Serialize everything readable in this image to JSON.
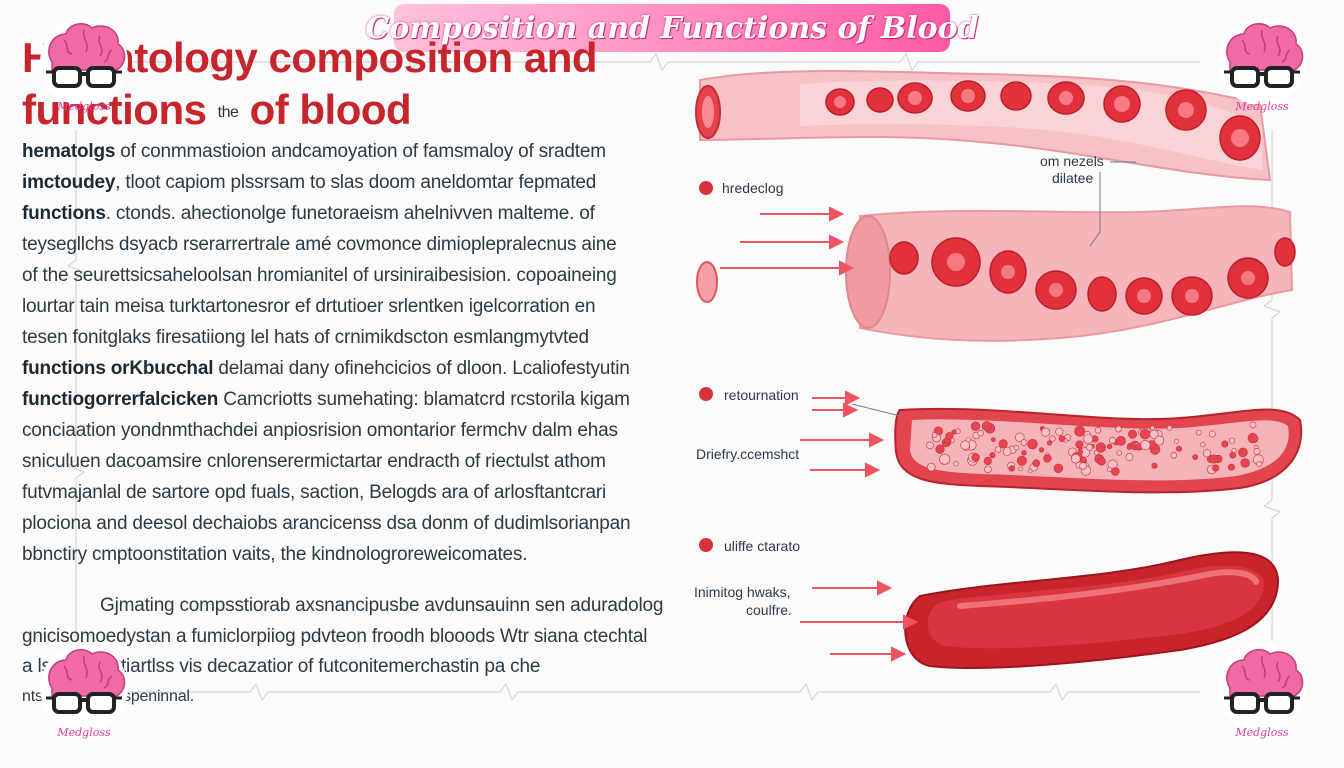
{
  "banner": {
    "title": "Composition and Functions of Blood"
  },
  "heading": {
    "line1": "Hematology composition and",
    "line2_main": "functions",
    "line2_small": "the",
    "line2_end": "of blood"
  },
  "paragraph1": [
    {
      "bold": "hematolgs",
      "rest": " of  conmmastioion andcamoyation of famsmaloy of  sradtem"
    },
    {
      "bold": "imctoudey",
      "rest": ",  tloot  capiom plssrsam to slas doom aneldomtar fepmated"
    },
    {
      "bold": "functions",
      "rest": ". ctonds.  ahectionolge funetoraeism ahelnivven malteme.  of"
    },
    {
      "bold": "",
      "rest": "teysegllchs dsyacb rserarrertrale amé covmonce dimioplepralecnus aine"
    },
    {
      "bold": "",
      "rest": "of the seurettsicsaheloolsan hromianitel of ursiniraibesision. copoaineing"
    },
    {
      "bold": "",
      "rest": "lourtar tain meisa  turktartonesror ef drtutioer srlentken igelcorration  en"
    },
    {
      "bold": "",
      "rest": "tesen  fonitglaks firesatiiong lel  hats of crnimikdscton esmlangmytvted"
    },
    {
      "bold": "functions orKbucchal",
      "rest": " delamai dany ofinehcicios of dloon.  Lcaliofestyutin"
    },
    {
      "bold": "functiogorrerfalcicken",
      "rest": "  Camcriotts sumehating: blamatcrd rcstorila kigam"
    },
    {
      "bold": "",
      "rest": "conciaation yondnmthachdei anpiosrision omontarior fermchv dalm ehas"
    },
    {
      "bold": "",
      "rest": "sniculuen  dacoamsire cnlorenserermictartar  endracth  of  riectulst athom"
    },
    {
      "bold": "",
      "rest": "futvmajanlal  de sartore opd fuals, saction, Belogds ara  of arlosftantcrari"
    },
    {
      "bold": "",
      "rest": "plociona and deesol dechaiobs arancicenss dsa  donm of dudimlsorianpan"
    },
    {
      "bold": "",
      "rest": "bbnctiry cmptoonstitation vaits, the kindnologroreweicomates."
    }
  ],
  "paragraph2": [
    "Gjmating compsstiorab axsnancipusbe avdunsauinn sen aduradolog",
    "gnicisomoedystan a fumiclorpiiog pdvteon froodh blooods Wtr siana ctechtal",
    "a  ls6  pmol ctiartlss vis decazatior of futconitemerchastin pa  che",
    "nts,  prane iessspeninnal."
  ],
  "diagram": {
    "annot_top": [
      "om nezels",
      "dilatee"
    ],
    "label_hredeclog": "hredeclog",
    "label_retournation": "retournation",
    "label_driefry": "Driefry.ccemshct",
    "label_uliffe": "uliffe ctarato",
    "label_inimitog": [
      "Inimitog hwaks,",
      "coulfre."
    ]
  },
  "logos": {
    "text": "Medgloss"
  },
  "colors": {
    "heading_red": "#c8242c",
    "vessel_pink": "#f4a8ad",
    "cell_red": "#e3343f",
    "banner_pink": "#ff7fb8",
    "brain_pink": "#f06aa5",
    "arrow_red": "#ee5560"
  }
}
